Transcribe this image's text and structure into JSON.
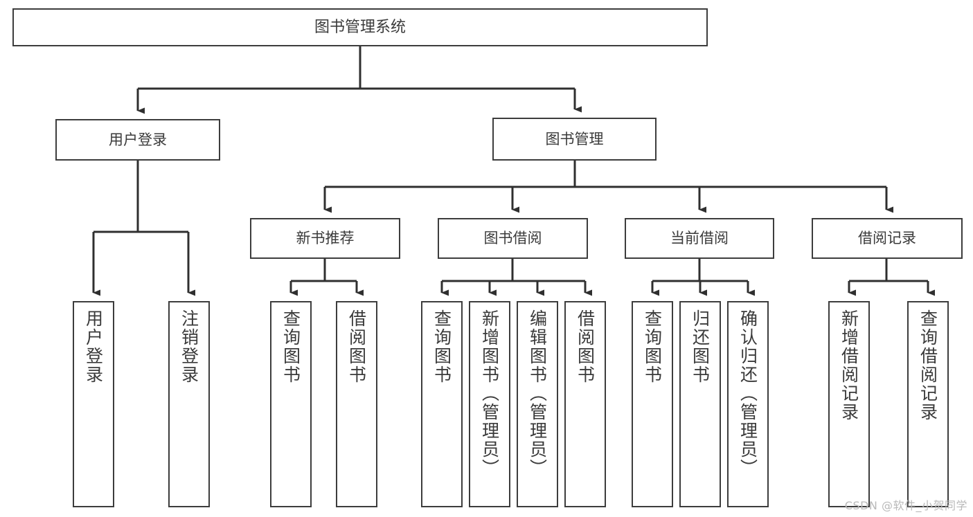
{
  "diagram": {
    "title": "图书管理系统",
    "type": "tree-hierarchy",
    "watermark": "CSDN @软件_小贺同学",
    "colors": {
      "background": "#ffffff",
      "box_border": "#3c3c3c",
      "box_fill": "#ffffff",
      "text": "#3a3a3a",
      "connector": "#2f2f2f",
      "watermark": "#b9b9b9"
    },
    "levels": {
      "root": "图书管理系统",
      "level2": [
        "用户登录",
        "图书管理"
      ],
      "level3": [
        "新书推荐",
        "图书借阅",
        "当前借阅",
        "借阅记录"
      ]
    },
    "nodes": {
      "root": {
        "label": "图书管理系统"
      },
      "user_login": {
        "label": "用户登录"
      },
      "book_manage": {
        "label": "图书管理"
      },
      "new_book_rec": {
        "label": "新书推荐"
      },
      "book_borrow": {
        "label": "图书借阅"
      },
      "current_borrow": {
        "label": "当前借阅"
      },
      "borrow_record": {
        "label": "借阅记录"
      }
    },
    "leaves": {
      "user_login": [
        {
          "label": "用户登录"
        },
        {
          "label": "注销登录"
        }
      ],
      "new_book_rec": [
        {
          "label": "查询图书"
        },
        {
          "label": "借阅图书"
        }
      ],
      "book_borrow": [
        {
          "label": "查询图书"
        },
        {
          "label": "新增图书（管理员）"
        },
        {
          "label": "编辑图书（管理员）"
        },
        {
          "label": "借阅图书"
        }
      ],
      "current_borrow": [
        {
          "label": "查询图书"
        },
        {
          "label": "归还图书"
        },
        {
          "label": "确认归还（管理员）"
        }
      ],
      "borrow_record": [
        {
          "label": "新增借阅记录"
        },
        {
          "label": "查询借阅记录"
        }
      ]
    }
  }
}
